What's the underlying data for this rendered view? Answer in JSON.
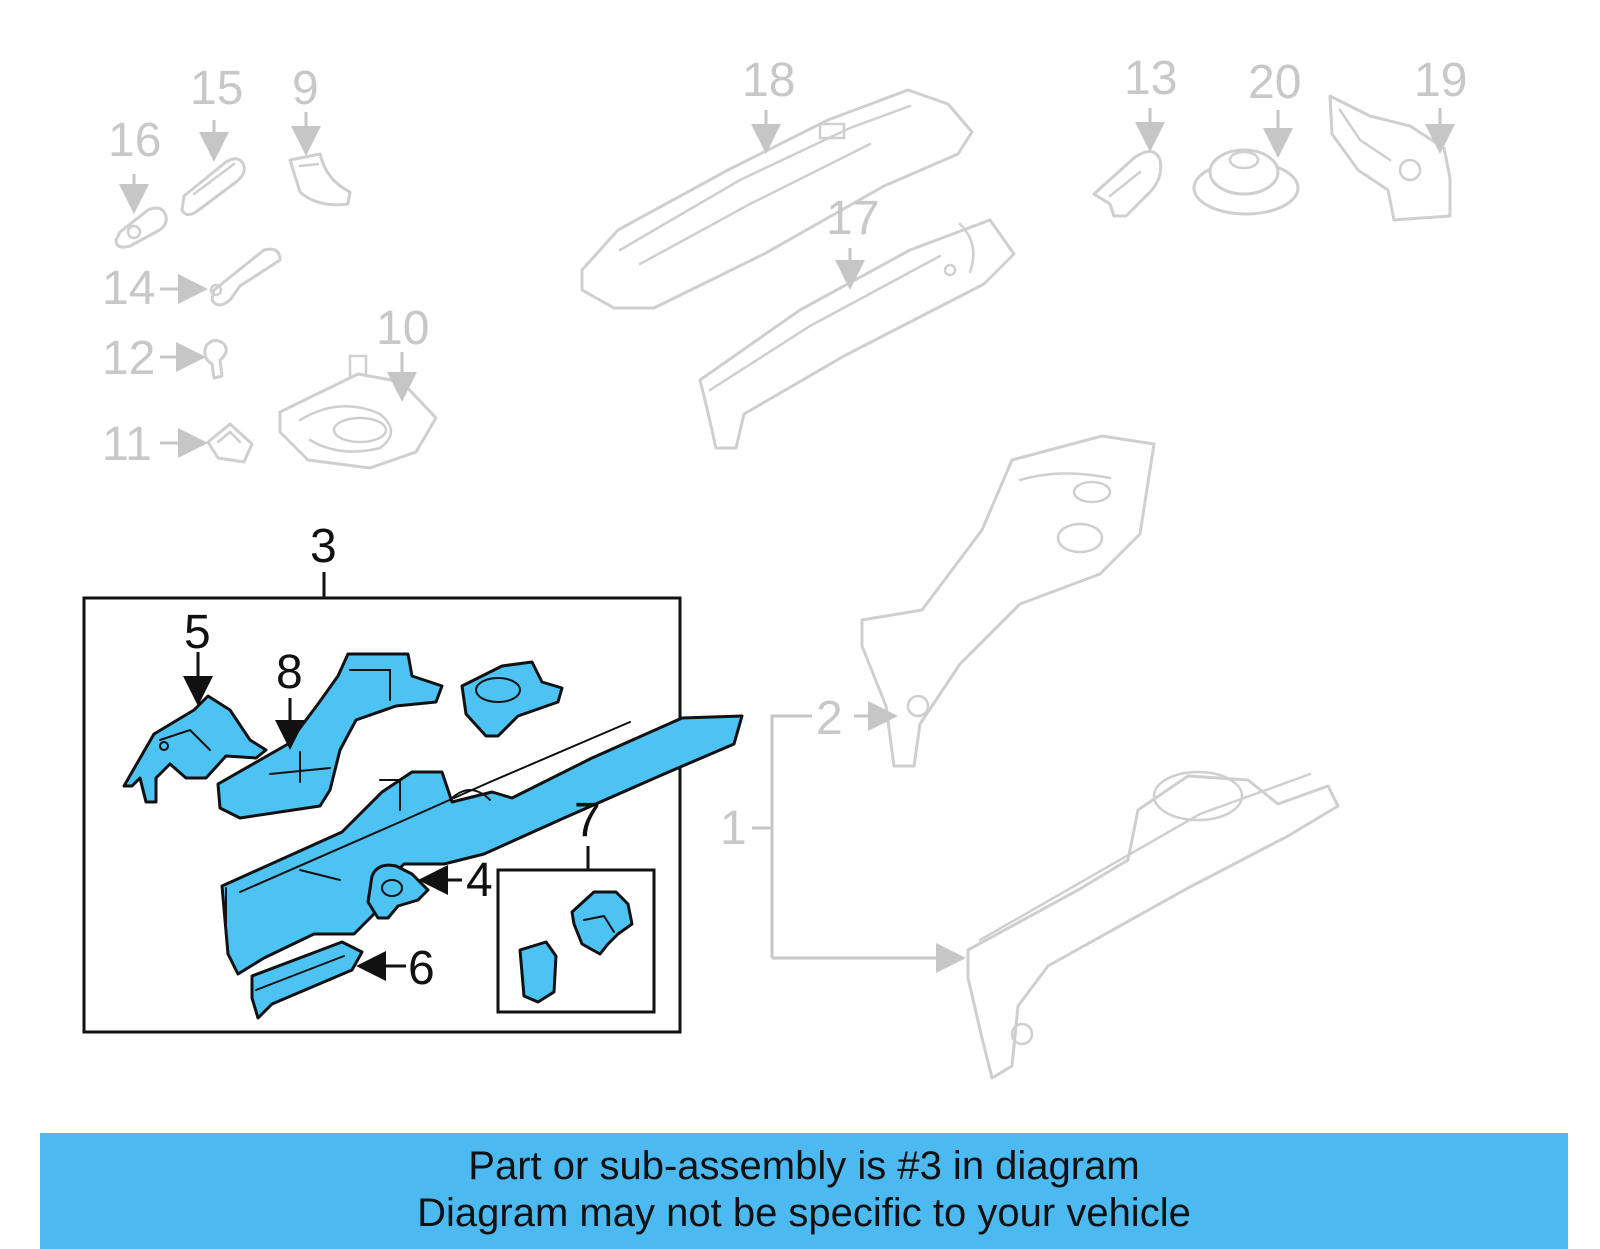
{
  "callouts": {
    "c1": "1",
    "c2": "2",
    "c3": "3",
    "c4": "4",
    "c5": "5",
    "c6": "6",
    "c7": "7",
    "c8": "8",
    "c9": "9",
    "c10": "10",
    "c11": "11",
    "c12": "12",
    "c13": "13",
    "c14": "14",
    "c15": "15",
    "c16": "16",
    "c17": "17",
    "c18": "18",
    "c19": "19",
    "c20": "20"
  },
  "colors": {
    "highlight": "#4dc3f4",
    "faded": "#c8c8c8",
    "banner": "#4cb9f0"
  },
  "footer": {
    "line1": "Part or sub-assembly is #3 in diagram",
    "line2": "Diagram may not be specific to your vehicle"
  }
}
